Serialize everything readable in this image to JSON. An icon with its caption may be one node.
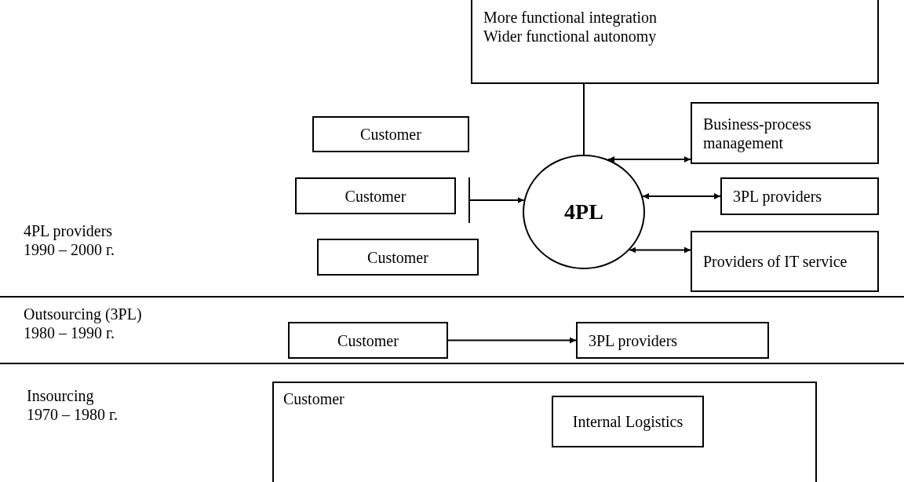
{
  "diagram": {
    "nodes": [
      {
        "text": [
          "More functional integration",
          "Wider functional autonomy"
        ]
      },
      {
        "text": [
          "Customer"
        ]
      },
      {
        "text": [
          "Customer"
        ]
      },
      {
        "text": [
          "Customer"
        ]
      },
      {
        "text": [],
        "shape": "bar"
      },
      {
        "text": [
          "4PL"
        ]
      },
      {
        "text": [
          "Business-process management"
        ]
      },
      {
        "text": [
          "3PL providers"
        ]
      },
      {
        "text": [
          "Providers of IT service"
        ]
      },
      {
        "text": [
          "Customer"
        ]
      },
      {
        "text": [
          "3PL providers"
        ]
      },
      {
        "text": [
          "Customer"
        ]
      },
      {
        "text": [
          "Internal Logistics"
        ],
        "in": 11
      }
    ],
    "edges": [
      {
        "from": 0,
        "to": 5,
        "arrow": "none"
      },
      {
        "from": 4,
        "to": 5,
        "arrow": "to"
      },
      {
        "from": 5,
        "to": 6,
        "arrow": "both"
      },
      {
        "from": 5,
        "to": 7,
        "arrow": "both"
      },
      {
        "from": 5,
        "to": 8,
        "arrow": "both"
      },
      {
        "from": 9,
        "to": 10,
        "arrow": "to"
      }
    ],
    "labels": [
      "4PL providers",
      "1990 – 2000 г.",
      "Outsourcing (3PL)",
      "1980 – 1990 г.",
      "Insourcing",
      "1970 – 1980 г."
    ]
  }
}
